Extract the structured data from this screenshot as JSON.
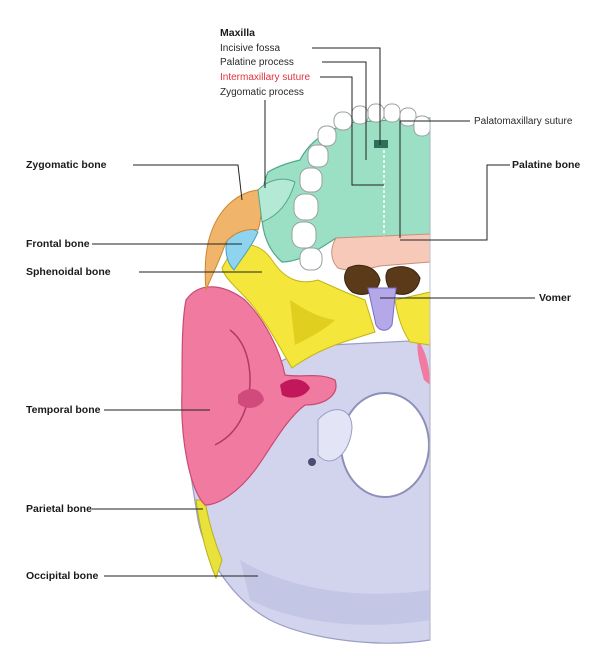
{
  "labels": {
    "maxilla_title": "Maxilla",
    "incisive_fossa": "Incisive fossa",
    "palatine_process": "Palatine process",
    "intermaxillary_suture": "Intermaxillary suture",
    "zygomatic_process": "Zygomatic process",
    "palatomaxillary_suture": "Palatomaxillary suture",
    "palatine_bone": "Palatine bone",
    "zygomatic_bone": "Zygomatic bone",
    "frontal_bone": "Frontal bone",
    "sphenoidal_bone": "Sphenoidal bone",
    "vomer": "Vomer",
    "temporal_bone": "Temporal bone",
    "parietal_bone": "Parietal bone",
    "occipital_bone": "Occipital bone"
  },
  "colors": {
    "maxilla": "#9be0c4",
    "palatine": "#f6c9b8",
    "zygomatic": "#f0b56a",
    "frontal": "#8fd4ef",
    "sphenoid": "#f4e63a",
    "temporal": "#f07aa0",
    "parietal": "#e8e23a",
    "occipital": "#d2d4ee",
    "vomer": "#b5a8e8",
    "highlight_label": "#e0343c"
  }
}
